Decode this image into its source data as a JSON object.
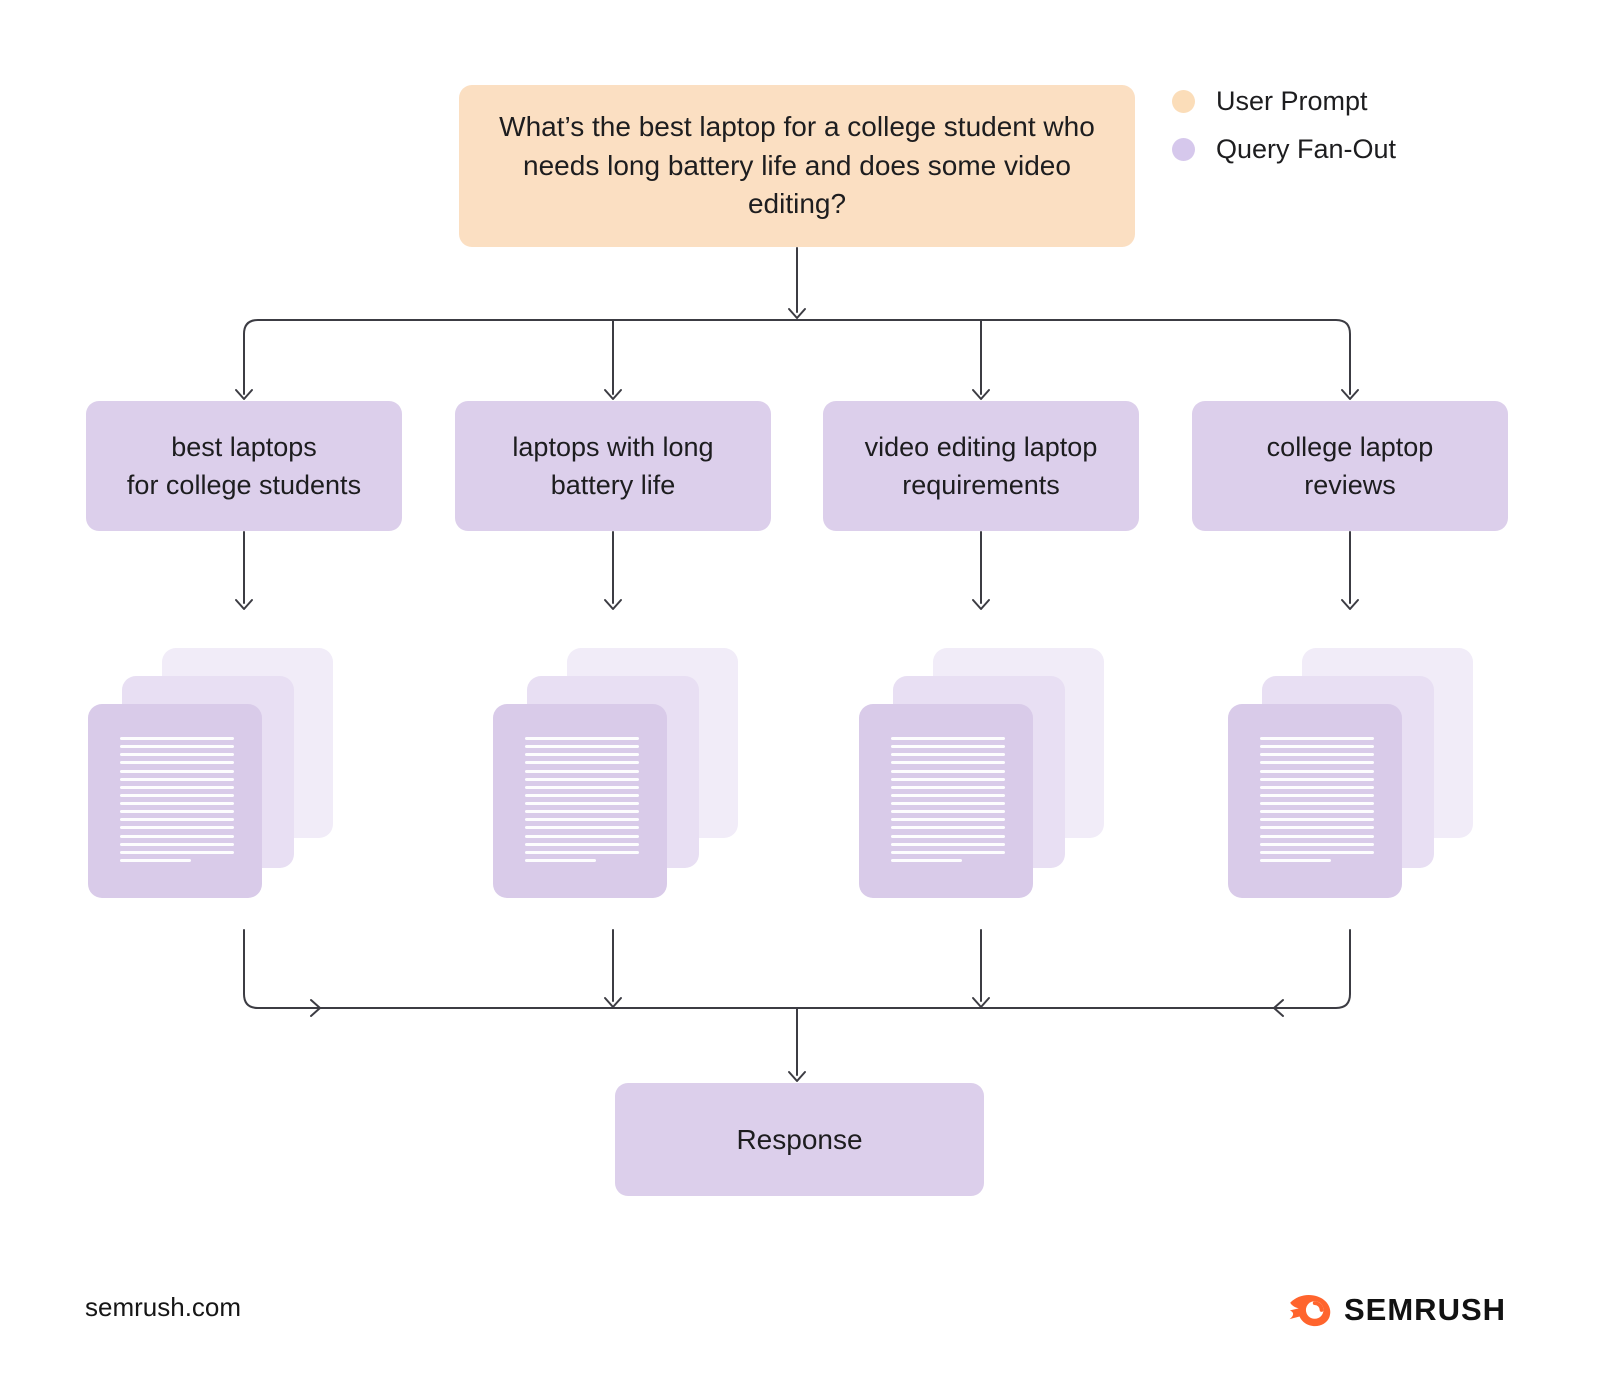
{
  "prompt": {
    "text": "What’s the best laptop for a college student who needs long battery life and does some video editing?"
  },
  "legend": {
    "items": [
      {
        "label": "User Prompt",
        "color": "#fbddb9"
      },
      {
        "label": "Query Fan-Out",
        "color": "#d6c8ec"
      }
    ]
  },
  "queries": [
    {
      "lines": [
        "best laptops",
        "for college students"
      ]
    },
    {
      "lines": [
        "laptops with long",
        "battery life"
      ]
    },
    {
      "lines": [
        "video editing laptop",
        "requirements"
      ]
    },
    {
      "lines": [
        "college laptop",
        "reviews"
      ]
    }
  ],
  "response": {
    "label": "Response"
  },
  "footer": {
    "site": "semrush.com",
    "brand": "SEMRUSH"
  },
  "colors": {
    "user_prompt_fill": "#fbdfc2",
    "query_fill": "#dccfeb",
    "doc_front": "#d9cbe9",
    "doc_middle": "#e8dff3",
    "doc_back": "#f1ecf8",
    "connector": "#3c3c43",
    "brand_orange": "#ff642d",
    "background": "#ffffff"
  }
}
